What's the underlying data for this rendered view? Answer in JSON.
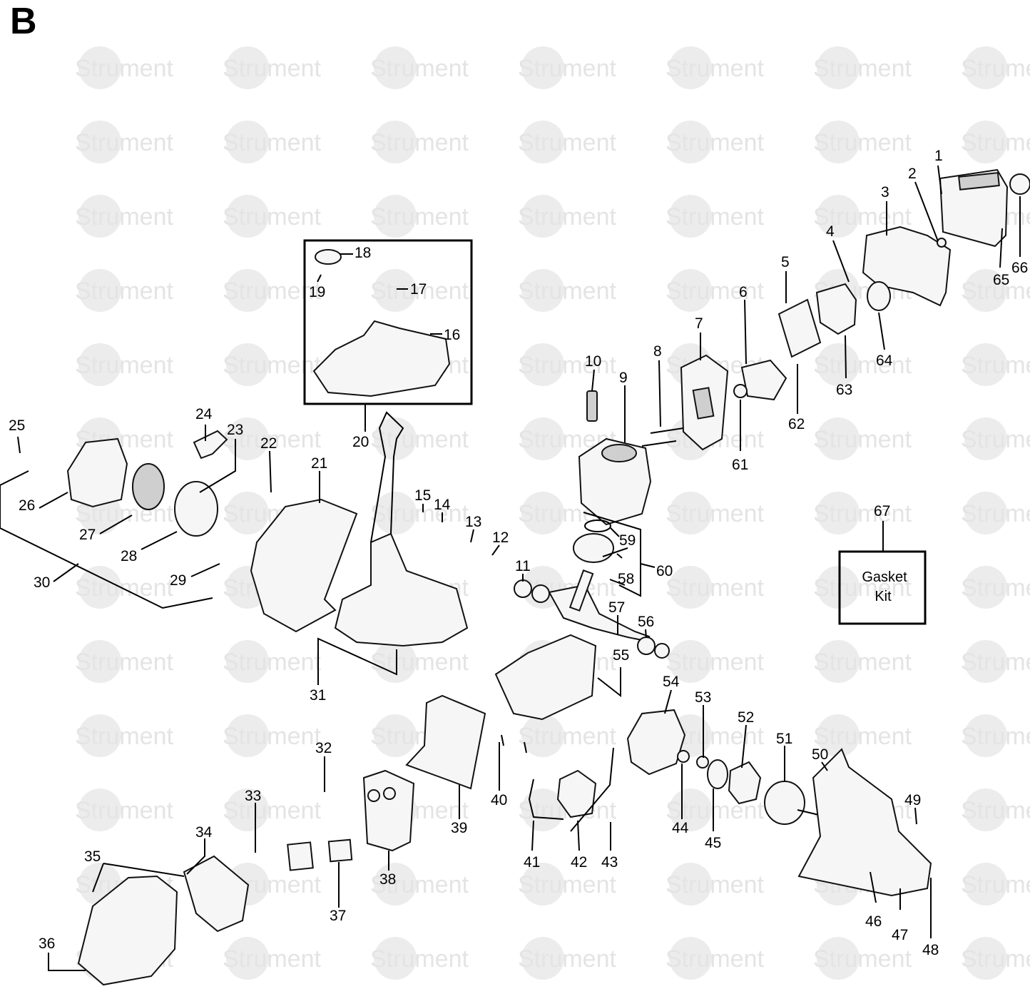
{
  "section_letter": "B",
  "watermark_text": "Strument",
  "gasket_kit": {
    "line1": "Gasket",
    "line2": "Kit"
  },
  "labels": {
    "p1": "1",
    "p2": "2",
    "p3": "3",
    "p4": "4",
    "p5": "5",
    "p6": "6",
    "p7": "7",
    "p8": "8",
    "p9": "9",
    "p10": "10",
    "p11": "11",
    "p12": "12",
    "p13": "13",
    "p14": "14",
    "p15": "15",
    "p16": "16",
    "p17": "17",
    "p18": "18",
    "p19": "19",
    "p20": "20",
    "p21": "21",
    "p22": "22",
    "p23": "23",
    "p24": "24",
    "p25": "25",
    "p26": "26",
    "p27": "27",
    "p28": "28",
    "p29": "29",
    "p30": "30",
    "p31": "31",
    "p32": "32",
    "p33": "33",
    "p34": "34",
    "p35": "35",
    "p36": "36",
    "p37": "37",
    "p38": "38",
    "p39": "39",
    "p40": "40",
    "p41": "41",
    "p42": "42",
    "p43": "43",
    "p44": "44",
    "p45": "45",
    "p46": "46",
    "p47": "47",
    "p48": "48",
    "p49": "49",
    "p50": "50",
    "p51": "51",
    "p52": "52",
    "p53": "53",
    "p54": "54",
    "p55": "55",
    "p56": "56",
    "p57": "57",
    "p58": "58",
    "p59": "59",
    "p60": "60",
    "p61": "61",
    "p62": "62",
    "p63": "63",
    "p64": "64",
    "p65": "65",
    "p66": "66",
    "p67": "67"
  }
}
